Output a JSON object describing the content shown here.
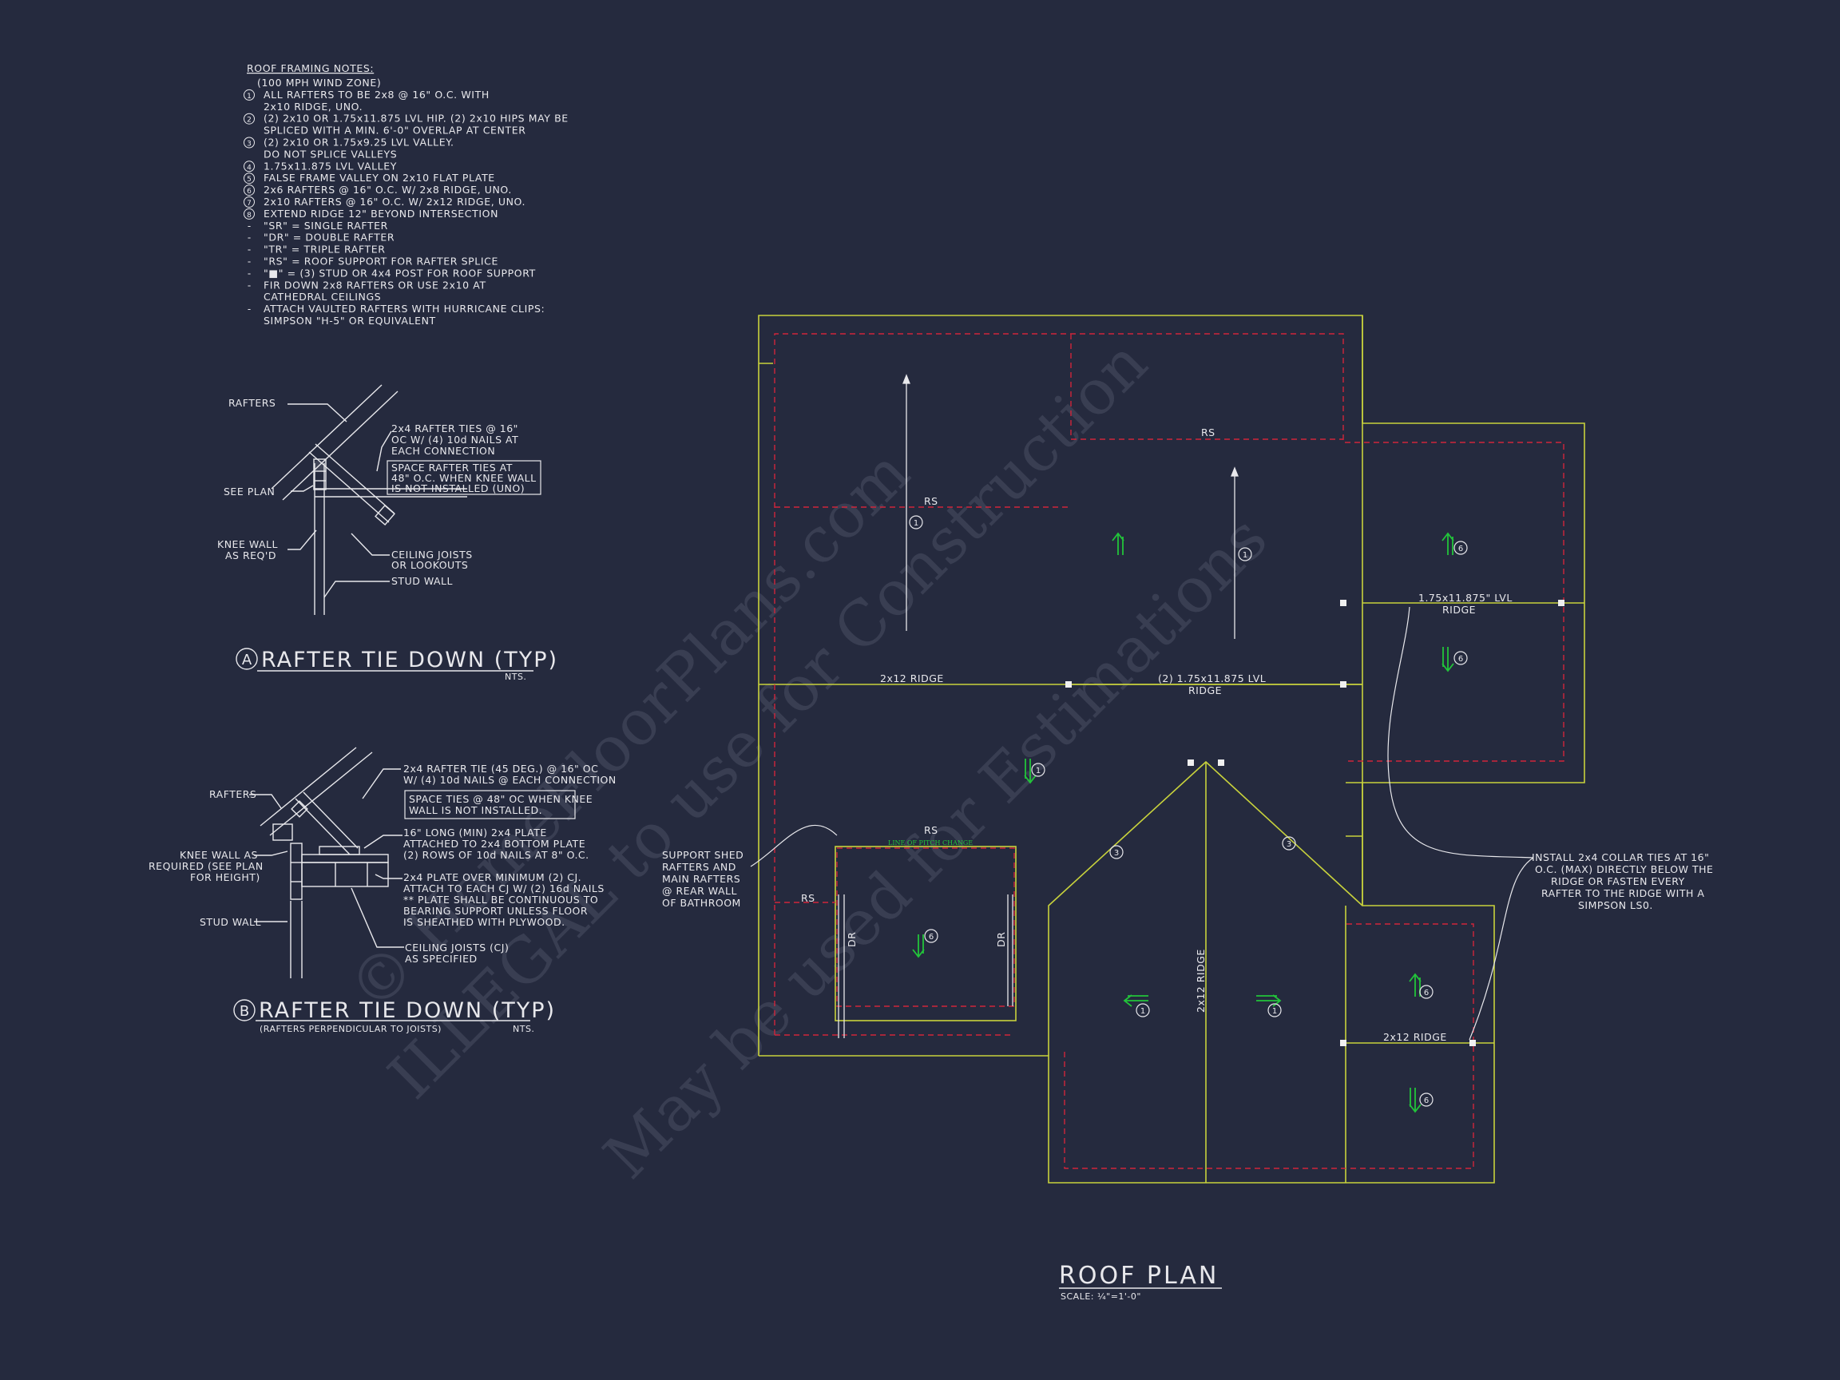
{
  "notes": {
    "heading": "ROOF FRAMING NOTES:",
    "lines": [
      {
        "mark": "",
        "text": "(100 MPH WIND ZONE)"
      },
      {
        "mark": "1",
        "text": "ALL RAFTERS TO BE 2x8 @ 16\" O.C. WITH"
      },
      {
        "mark": "",
        "text": "2x10 RIDGE, UNO."
      },
      {
        "mark": "2",
        "text": "(2) 2x10 OR 1.75x11.875 LVL HIP. (2) 2x10 HIPS MAY BE"
      },
      {
        "mark": "",
        "text": "SPLICED WITH A MIN. 6'-0\" OVERLAP AT CENTER"
      },
      {
        "mark": "3",
        "text": "(2) 2x10 OR 1.75x9.25 LVL VALLEY."
      },
      {
        "mark": "",
        "text": "DO NOT SPLICE VALLEYS"
      },
      {
        "mark": "4",
        "text": "1.75x11.875 LVL VALLEY"
      },
      {
        "mark": "5",
        "text": "FALSE FRAME VALLEY ON 2x10 FLAT PLATE"
      },
      {
        "mark": "6",
        "text": "2x6 RAFTERS @ 16\" O.C. W/ 2x8 RIDGE, UNO."
      },
      {
        "mark": "7",
        "text": "2x10 RAFTERS @ 16\" O.C. W/ 2x12 RIDGE, UNO."
      },
      {
        "mark": "8",
        "text": "EXTEND RIDGE 12\" BEYOND INTERSECTION"
      },
      {
        "mark": "-",
        "text": "\"SR\" = SINGLE RAFTER"
      },
      {
        "mark": "-",
        "text": "\"DR\" = DOUBLE RAFTER"
      },
      {
        "mark": "-",
        "text": "\"TR\" = TRIPLE RAFTER"
      },
      {
        "mark": "-",
        "text": "\"RS\" = ROOF SUPPORT FOR RAFTER SPLICE"
      },
      {
        "mark": "-",
        "text": "\"■\"  = (3) STUD OR 4x4 POST FOR ROOF SUPPORT"
      },
      {
        "mark": "-",
        "text": "FIR DOWN 2x8 RAFTERS OR USE 2x10 AT"
      },
      {
        "mark": "",
        "text": "CATHEDRAL CEILINGS"
      },
      {
        "mark": "-",
        "text": "ATTACH VAULTED RAFTERS WITH HURRICANE CLIPS:"
      },
      {
        "mark": "",
        "text": "SIMPSON \"H-5\" OR EQUIVALENT"
      }
    ]
  },
  "detail_a": {
    "tag": "A",
    "title": "RAFTER TIE DOWN (TYP)",
    "scale": "NTS.",
    "labels": {
      "rafters": "RAFTERS",
      "see_plan": "SEE PLAN",
      "knee_wall": "KNEE WALL",
      "as_req": "AS REQ'D",
      "ties1": "2x4 RAFTER TIES @ 16\"",
      "ties2": "OC W/ (4) 10d NAILS AT",
      "ties3": "EACH CONNECTION",
      "space1": "SPACE RAFTER TIES AT",
      "space2": "48\" O.C. WHEN KNEE WALL",
      "space3": "IS NOT INSTALLED (UNO)",
      "joists1": "CEILING JOISTS",
      "joists2": "OR LOOKOUTS",
      "stud": "STUD WALL"
    }
  },
  "detail_b": {
    "tag": "B",
    "title": "RAFTER TIE DOWN (TYP)",
    "subtitle": "(RAFTERS PERPENDICULAR TO JOISTS)",
    "scale": "NTS.",
    "labels": {
      "rafters": "RAFTERS",
      "knee1": "KNEE WALL AS",
      "knee2": "REQUIRED (SEE PLAN",
      "knee3": "FOR HEIGHT)",
      "stud": "STUD WALL",
      "tie1": "2x4 RAFTER TIE (45 DEG.) @ 16\" OC",
      "tie2": "W/ (4) 10d NAILS @ EACH CONNECTION",
      "space1": "SPACE TIES @ 48\" OC WHEN KNEE",
      "space2": "WALL IS NOT INSTALLED.",
      "long1": "16\" LONG (MIN) 2x4 PLATE",
      "long2": "ATTACHED TO 2x4 BOTTOM PLATE",
      "long3": "(2) ROWS OF 10d NAILS AT 8\" O.C.",
      "plate1": "2x4 PLATE OVER MINIMUM (2) CJ.",
      "plate2": "ATTACH TO EACH CJ W/ (2) 16d NAILS",
      "plate3": "** PLATE SHALL BE CONTINUOUS TO",
      "plate4": "BEARING SUPPORT UNLESS FLOOR",
      "plate5": "IS SHEATHED WITH PLYWOOD.",
      "cj1": "CEILING JOISTS (CJ)",
      "cj2": "AS SPECIFIED"
    }
  },
  "plan": {
    "title": "ROOF PLAN",
    "scale": "SCALE: ¼\"=1'-0\"",
    "ridge_main": "2x12 RIDGE",
    "ridge_lvl1": "(2) 1.75x11.875 LVL",
    "ridge_lvl2": "RIDGE",
    "ridge_right1": "1.75x11.875\" LVL",
    "ridge_right2": "RIDGE",
    "ridge_vertical": "2x12 RIDGE",
    "ridge_lower_right": "2x12 RIDGE",
    "rs": "RS",
    "dr": "DR",
    "pitch_change": "LINE OF PITCH CHANGE",
    "support1": "SUPPORT SHED",
    "support2": "RAFTERS AND",
    "support3": "MAIN RAFTERS",
    "support4": "@ REAR WALL",
    "support5": "OF BATHROOM",
    "collar1": "INSTALL 2x4 COLLAR TIES AT 16\"",
    "collar2": "O.C. (MAX) DIRECTLY BELOW THE",
    "collar3": "RIDGE OR FASTEN EVERY",
    "collar4": "RAFTER TO THE RIDGE WITH A",
    "collar5": "SIMPSON LS0.",
    "marks": {
      "one": "1",
      "three": "3",
      "six": "6"
    }
  },
  "watermark": {
    "line1": "© HomeFloorPlans.com",
    "line2": "ILLEGAL to use for Construction",
    "line3": "May be used for Estimations"
  },
  "colors": {
    "background": "#252a3e",
    "linework": "#e8e8ec",
    "roof_outline": "#c8d23c",
    "wall_dashed": "#d0243a",
    "arrows": "#22c43a"
  }
}
